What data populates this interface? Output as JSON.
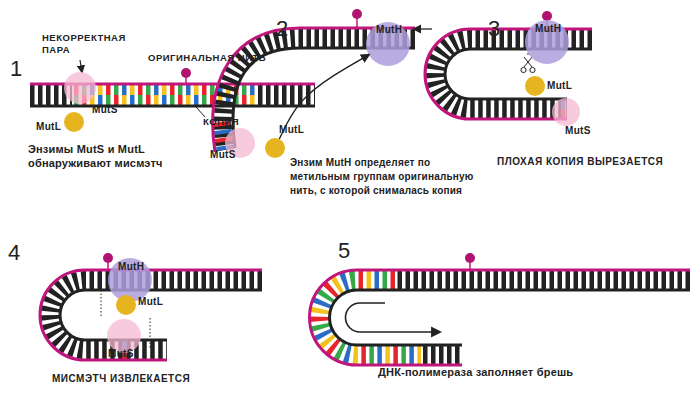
{
  "diagram": {
    "nodes": [
      {
        "text": [
          "MutS"
        ]
      },
      {
        "text": [
          "MutL"
        ]
      },
      {
        "text": [
          "MutH"
        ]
      },
      {
        "text": [
          "MutL"
        ]
      },
      {
        "text": [
          "MutS"
        ]
      },
      {
        "text": [
          "MutH"
        ]
      },
      {
        "text": [
          "MutL"
        ]
      },
      {
        "text": [
          "MutS"
        ]
      },
      {
        "text": [
          "MutH"
        ]
      },
      {
        "text": [
          "MutL"
        ]
      },
      {
        "text": [
          "MutS"
        ]
      }
    ],
    "edges": [
      {
        "from": 3,
        "to": 2,
        "arrow": "to"
      }
    ],
    "labels": [
      "1",
      "НЕКОРРЕКТНАЯ ПАРА",
      "ОРИГИНАЛЬНАЯ НИТЬ",
      "КОПИЯ",
      "Энзимы MutS и MutL обнаруживают мисмэтч",
      "2",
      "Энзим MutH определяет по метильным группам оригинальную нить, с которой снималась копия",
      "3",
      "ПЛОХАЯ КОПИЯ ВЫРЕЗАЕТСЯ",
      "4",
      "МИСМЭТЧ ИЗВЛЕКАЕТСЯ",
      "5",
      "ДНК-полимераза заполняет брешь"
    ]
  }
}
